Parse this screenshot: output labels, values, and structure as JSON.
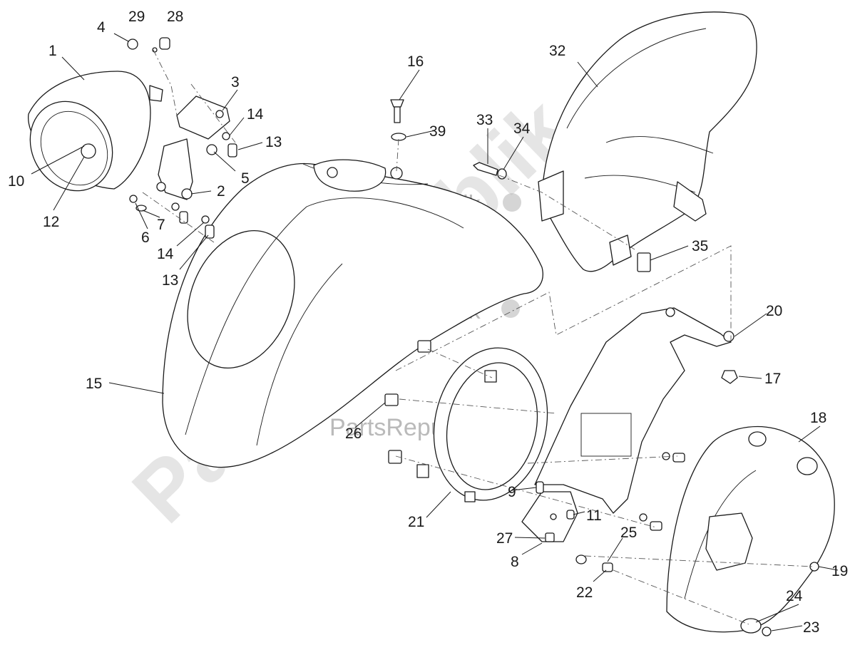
{
  "watermark": {
    "large": "PartsRepublik",
    "small": "PartsRepublik"
  },
  "callouts": [
    {
      "id": "c1",
      "label": "1"
    },
    {
      "id": "c2",
      "label": "2"
    },
    {
      "id": "c3",
      "label": "3"
    },
    {
      "id": "c4",
      "label": "4"
    },
    {
      "id": "c5",
      "label": "5"
    },
    {
      "id": "c6",
      "label": "6"
    },
    {
      "id": "c7",
      "label": "7"
    },
    {
      "id": "c8",
      "label": "8"
    },
    {
      "id": "c9",
      "label": "9"
    },
    {
      "id": "c10",
      "label": "10"
    },
    {
      "id": "c11",
      "label": "11"
    },
    {
      "id": "c12",
      "label": "12"
    },
    {
      "id": "c13a",
      "label": "13"
    },
    {
      "id": "c13b",
      "label": "13"
    },
    {
      "id": "c14a",
      "label": "14"
    },
    {
      "id": "c14b",
      "label": "14"
    },
    {
      "id": "c15",
      "label": "15"
    },
    {
      "id": "c16",
      "label": "16"
    },
    {
      "id": "c17",
      "label": "17"
    },
    {
      "id": "c18",
      "label": "18"
    },
    {
      "id": "c19",
      "label": "19"
    },
    {
      "id": "c20",
      "label": "20"
    },
    {
      "id": "c21",
      "label": "21"
    },
    {
      "id": "c22",
      "label": "22"
    },
    {
      "id": "c23",
      "label": "23"
    },
    {
      "id": "c24",
      "label": "24"
    },
    {
      "id": "c25",
      "label": "25"
    },
    {
      "id": "c26",
      "label": "26"
    },
    {
      "id": "c27",
      "label": "27"
    },
    {
      "id": "c28",
      "label": "28"
    },
    {
      "id": "c29",
      "label": "29"
    },
    {
      "id": "c32",
      "label": "32"
    },
    {
      "id": "c33",
      "label": "33"
    },
    {
      "id": "c34",
      "label": "34"
    },
    {
      "id": "c35",
      "label": "35"
    },
    {
      "id": "c39",
      "label": "39"
    }
  ]
}
